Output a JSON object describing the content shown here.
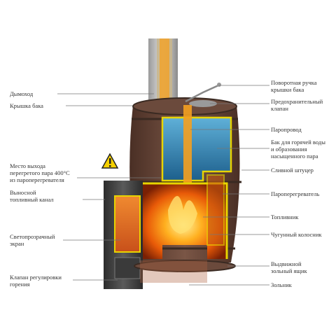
{
  "warning_icon": "warning-triangle-icon",
  "labels_left": [
    {
      "key": "chimney",
      "text": "Дымоход"
    },
    {
      "key": "tank_lid",
      "text": "Крышка бака"
    },
    {
      "key": "steam_exit",
      "text": "Место выхода\nперегретого пара 400°C\nиз пароперегревателя"
    },
    {
      "key": "remote_channel",
      "text": "Выносной\nтопливный канал"
    },
    {
      "key": "glass_screen",
      "text": "Светопрозрачный\nэкран"
    },
    {
      "key": "combustion_valve",
      "text": "Клапан регулировки\nгорения"
    }
  ],
  "labels_right": [
    {
      "key": "lid_handle",
      "text": "Поворотная ручка\nкрышки бака"
    },
    {
      "key": "safety_valve",
      "text": "Предохранительный\nклапан"
    },
    {
      "key": "steam_pipe",
      "text": "Паропровод"
    },
    {
      "key": "hot_water_tank",
      "text": "Бак для горячей воды\nи образования\nнасыщенного пара"
    },
    {
      "key": "drain_fitting",
      "text": "Сливной штуцер"
    },
    {
      "key": "superheater",
      "text": "Пароперегреватель"
    },
    {
      "key": "firebox",
      "text": "Топливник"
    },
    {
      "key": "cast_iron_grate",
      "text": "Чугунный колосник"
    },
    {
      "key": "ash_drawer",
      "text": "Выдвижной\nзольный ящик"
    },
    {
      "key": "ash_pit",
      "text": "Зольник"
    }
  ],
  "colors": {
    "fire": "#f07a10",
    "wood": "#6b4a3c",
    "water": "#2e7fb0",
    "insulation": "#e8d400",
    "metal": "#555555"
  }
}
